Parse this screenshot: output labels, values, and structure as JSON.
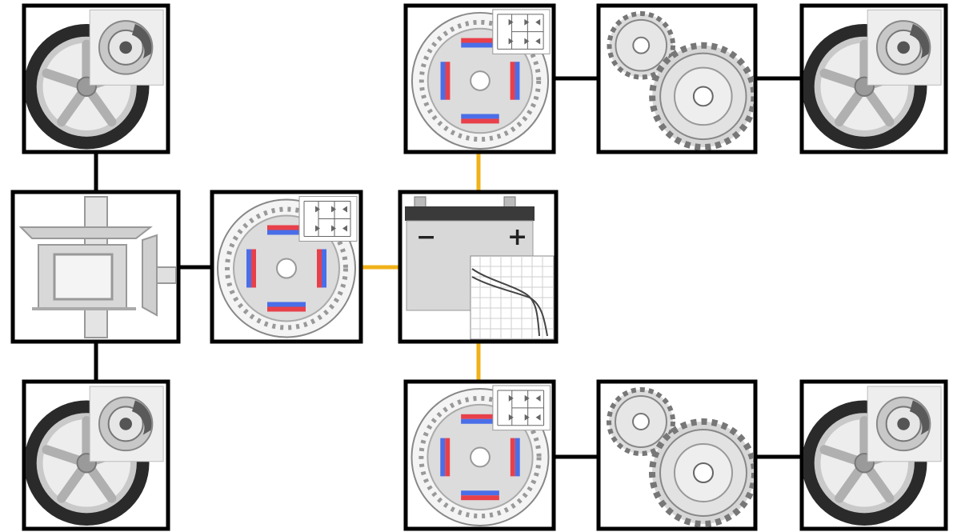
{
  "diagram": {
    "battery": {
      "negative_label": "−",
      "positive_label": "+"
    },
    "colors": {
      "mechanical_link": "#000000",
      "electrical_link": "#f0b21a",
      "magnet_red": "#e8404a",
      "magnet_blue": "#4a6ee8",
      "tire": "#2a2a2a",
      "rim": "#c4c4c4"
    },
    "components": [
      {
        "id": "wheel-rear-top",
        "icon": "wheel-brake-icon"
      },
      {
        "id": "wheel-rear-bottom",
        "icon": "wheel-brake-icon"
      },
      {
        "id": "differential",
        "icon": "differential-icon"
      },
      {
        "id": "motor-rear",
        "icon": "motor-inverter-icon"
      },
      {
        "id": "battery",
        "icon": "battery-icon"
      },
      {
        "id": "motor-front-top",
        "icon": "motor-inverter-icon"
      },
      {
        "id": "gearbox-top",
        "icon": "gears-icon"
      },
      {
        "id": "wheel-front-top",
        "icon": "wheel-brake-icon"
      },
      {
        "id": "motor-front-bottom",
        "icon": "motor-inverter-icon"
      },
      {
        "id": "gearbox-bottom",
        "icon": "gears-icon"
      },
      {
        "id": "wheel-front-bottom",
        "icon": "wheel-brake-icon"
      }
    ]
  }
}
